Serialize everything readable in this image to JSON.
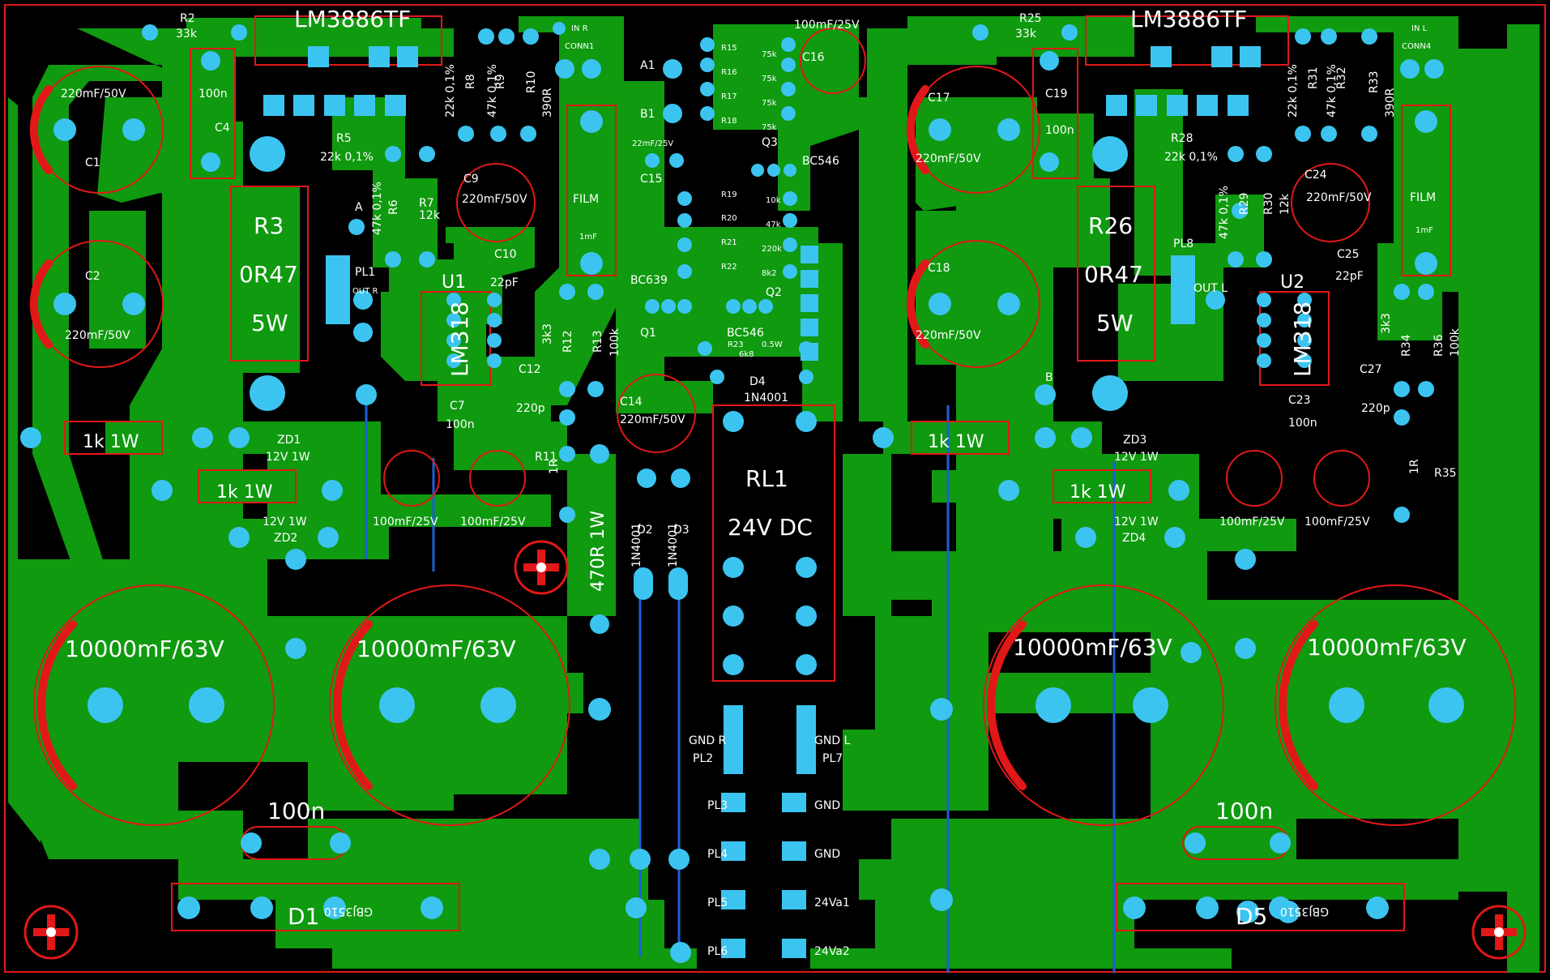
{
  "colors": {
    "background": "#000000",
    "copper": "#0f9a0f",
    "pad": "#3cc4f0",
    "silkscreen": "#e21818",
    "text": "#ffffff",
    "wire": "#1b5fd6"
  },
  "chips": {
    "left": "LM3886TF",
    "right": "LM3886TF"
  },
  "labels": {
    "R2": "R2",
    "R2v": "33k",
    "R25": "R25",
    "R25v": "33k",
    "inR": "IN R",
    "conn1": "CONN1",
    "inL": "IN L",
    "conn4": "CONN4",
    "c16v": "100mF/25V",
    "C16": "C16",
    "c1v": "220mF/50V",
    "C1": "C1",
    "c2v": "220mF/50V",
    "C2": "C2",
    "c2v2": "220mF/50V",
    "c17v": "220mF/50V",
    "C17": "C17",
    "c18v": "220mF/50V",
    "C18": "C18",
    "c18v2": "220mF/50V",
    "c4v": "100n",
    "C4": "C4",
    "c19v": "100n",
    "C19": "C19",
    "R5": "R5",
    "r5v": "22k  0,1%",
    "R28": "R28",
    "r28v": "22k  0,1%",
    "r8v": "22k 0,1%",
    "R8": "R8",
    "r9v": "47k 0,1%",
    "R9": "R9",
    "R10": "R10",
    "r10v": "390R",
    "r31v": "22k 0,1%",
    "R31": "R31",
    "r32v": "47k 0,1%",
    "R32": "R32",
    "R33": "R33",
    "r33v": "390R",
    "A": "A",
    "r6v": "47k 0,1%",
    "R6": "R6",
    "R7": "R7",
    "r7v": "12k",
    "r29v": "47k 0,1%",
    "R29": "R29",
    "R30": "R30",
    "r30v": "12k",
    "C9": "C9",
    "c9v": "220mF/50V",
    "C24": "C24",
    "c24v": "220mF/50V",
    "film": "FILM",
    "filmv": "1mF",
    "film2": "FILM",
    "filmv2": "1mF",
    "R3": "R3",
    "r3v": "0R47",
    "r3w": "5W",
    "R26": "R26",
    "r26v": "0R47",
    "r26w": "5W",
    "PL1": "PL1",
    "outR": "OUT R",
    "PL8": "PL8",
    "outL": "OUT L",
    "U1": "U1",
    "U2": "U2",
    "lm318a": "LM318",
    "lm318b": "LM318",
    "C10": "C10",
    "c10v": "22pF",
    "C25": "C25",
    "c25v": "22pF",
    "r12v": "3k3",
    "R12": "R12",
    "R13": "R13",
    "r13v": "100k",
    "r34v": "3k3",
    "R34": "R34",
    "R36": "R36",
    "r36v": "100k",
    "C12": "C12",
    "c12v": "220p",
    "C27": "C27",
    "c27v": "220p",
    "C7": "C7",
    "c7v": "100n",
    "C23": "C23",
    "c23v": "100n",
    "B": "B",
    "r1k": "1k  1W",
    "zd1": "ZD1",
    "zd2": "ZD2",
    "zd3": "ZD3",
    "zd4": "ZD4",
    "zdv": "12V  1W",
    "cap100": "100mF/25V",
    "R11": "R11",
    "r11v": "1R",
    "R35": "R35",
    "r35v": "1R",
    "A1": "A1",
    "B1": "B1",
    "R15": "R15",
    "R16": "R16",
    "R17": "R17",
    "R18": "R18",
    "r75k": "75k",
    "C15": "C15",
    "c15v": "22mF/25V",
    "Q3": "Q3",
    "bc546": "BC546",
    "R19": "R19",
    "r19v": "10k",
    "R20": "R20",
    "r20v": "47k",
    "R21": "R21",
    "r21v": "220k",
    "R22": "R22",
    "r22v": "8k2",
    "bc639": "BC639",
    "Q1": "Q1",
    "Q2": "Q2",
    "bc546b": "BC546",
    "R23": "R23",
    "r23v": "6k8",
    "r23w": "0.5W",
    "D4": "D4",
    "d4v": "1N4001",
    "C14": "C14",
    "c14v": "220mF/50V",
    "r470": "470R 1W",
    "D2": "D2",
    "D3": "D3",
    "n4001": "1N4001",
    "RL1": "RL1",
    "rlv": "24V DC",
    "bigcap": "10000mF/63V",
    "gndR": "GND R",
    "PL2": "PL2",
    "gndL": "GND L",
    "PL7": "PL7",
    "PL3": "PL3",
    "PL4": "PL4",
    "PL5": "PL5",
    "PL6": "PL6",
    "GND": "GND",
    "v24a1": "24Va1",
    "v24a2": "24Va2",
    "c100n": "100n",
    "D1": "D1",
    "D5": "D5",
    "bridge": "GBJ3510",
    "plus": "+",
    "minus": "-"
  }
}
